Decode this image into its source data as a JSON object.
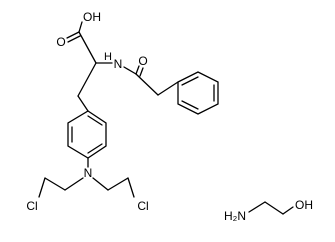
{
  "structure_1": {
    "atoms": {
      "hydroxyl": "OH",
      "carbonyl_oxygen": "O",
      "amide_nitrogen": "N",
      "amide_hydrogen": "H",
      "amide_oxygen": "O",
      "amine_nitrogen": "N",
      "chlorine_left": "Cl",
      "chlorine_right": "Cl"
    }
  },
  "structure_2": {
    "atoms": {
      "amine": "H₂N",
      "hydroxyl": "OH"
    }
  },
  "colors": {
    "line": "#000000",
    "background": "#ffffff"
  }
}
